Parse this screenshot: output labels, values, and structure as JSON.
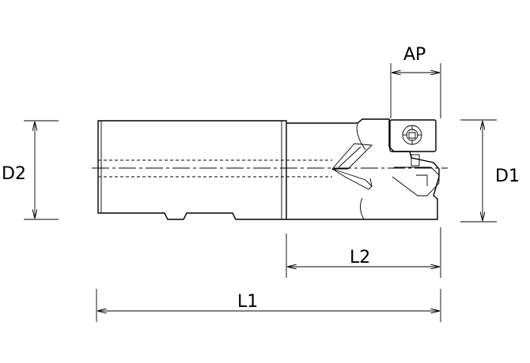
{
  "labels": {
    "ap": "AP",
    "d1": "D1",
    "d2": "D2",
    "l1": "L1",
    "l2": "L2"
  },
  "colors": {
    "line": "#000000",
    "background": "#ffffff"
  }
}
